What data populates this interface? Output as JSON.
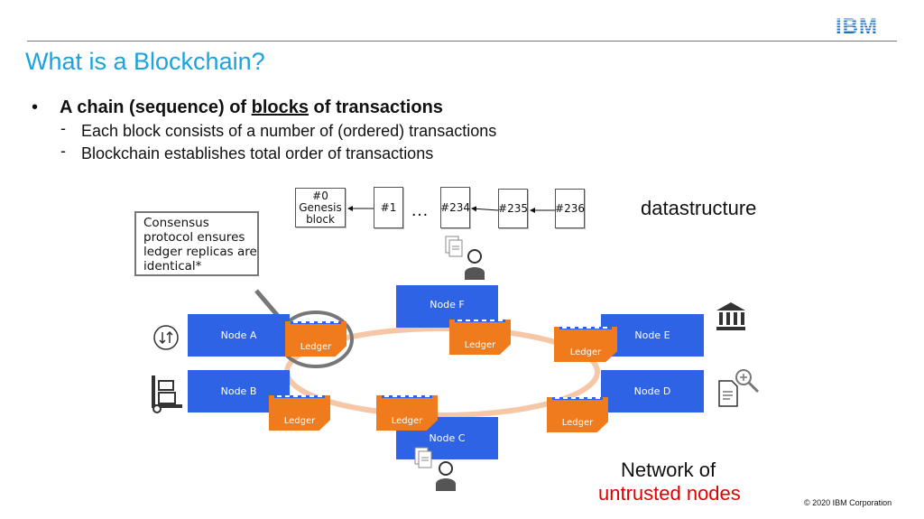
{
  "header": {
    "logo_text": "IBM",
    "title": "What is a Blockchain?"
  },
  "bullets": {
    "dot": "•",
    "main_prefix": "A chain (sequence) of ",
    "main_underlined": "blocks",
    "main_suffix": " of transactions",
    "dash": "-",
    "sub1": "Each block consists of a number of (ordered) transactions",
    "sub2": "Blockchain establishes total order of transactions"
  },
  "chain": {
    "blocks": [
      "#0\nGenesis\nblock",
      "#1",
      "#234",
      "#235",
      "#236"
    ],
    "ellipsis": "…"
  },
  "labels": {
    "datastructure": "datastructure",
    "consensus": "Consensus protocol ensures ledger replicas are identical*",
    "network_line1": "Network of",
    "network_line2": "untrusted nodes"
  },
  "nodes": {
    "a": "Node A",
    "b": "Node B",
    "c": "Node C",
    "d": "Node D",
    "e": "Node E",
    "f": "Node F",
    "ledger": "Ledger"
  },
  "footer": {
    "copyright": "© 2020 IBM Corporation"
  },
  "colors": {
    "title": "#1aa3dc",
    "node": "#2f63e6",
    "ledger": "#f07b1d",
    "ring": "#f6c7a6",
    "alert": "#e00000"
  },
  "icons": [
    "arrows-circle-icon",
    "hand-truck-icon",
    "bank-icon",
    "document-search-icon",
    "documents-user-icon"
  ]
}
